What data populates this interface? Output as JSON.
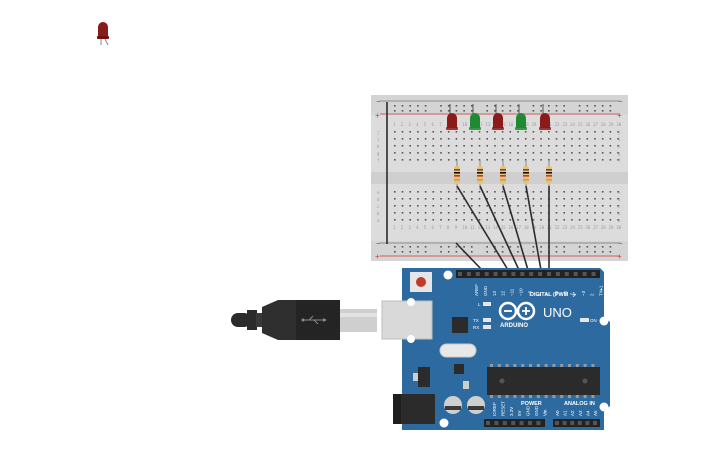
{
  "palette": {
    "led_red": "#8b1a1a",
    "led_green": "#1f8a32",
    "board_blue": "#2d6a9f",
    "breadboard": "#dcdcdc",
    "wire": "#2b2b2b",
    "rail_red": "#d33b3b"
  },
  "palette_led": {
    "color": "red",
    "icon": "led-icon"
  },
  "breadboard": {
    "rail_top_minus": "−",
    "rail_top_plus": "+",
    "rail_bottom_minus": "−",
    "rail_bottom_plus": "+",
    "row_labels_top": [
      "j",
      "i",
      "h",
      "g",
      "f"
    ],
    "row_labels_bottom": [
      "e",
      "d",
      "c",
      "b",
      "a"
    ],
    "leds": [
      "red",
      "green",
      "red",
      "green",
      "red"
    ]
  },
  "arduino": {
    "model": "UNO",
    "brand": "ARDUINO",
    "digital_label": "DIGITAL (PWM ~)",
    "power_label": "POWER",
    "analog_label": "ANALOG IN",
    "on_label": "ON",
    "l_label": "L",
    "tx_label": "TX",
    "rx_label": "RX",
    "digital_pins": [
      "AREF",
      "GND",
      "13",
      "12",
      "~11",
      "~10",
      "~9",
      "8",
      "7",
      "~6",
      "~5",
      "4",
      "~3",
      "2",
      "TX▸1",
      "RX◂0"
    ],
    "power_pins": [
      "IOREF",
      "RESET",
      "3.3V",
      "5V",
      "GND",
      "GND",
      "Vin"
    ],
    "analog_pins": [
      "A0",
      "A1",
      "A2",
      "A3",
      "A4",
      "A5"
    ]
  }
}
